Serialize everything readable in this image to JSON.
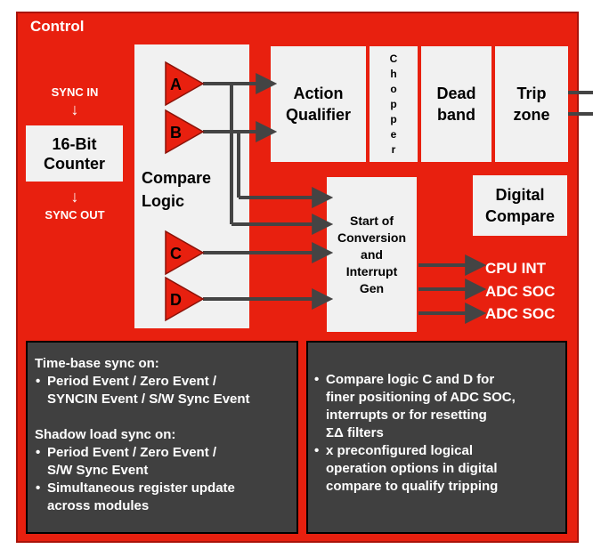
{
  "section_title": "Control",
  "time_base": {
    "sync_in": "SYNC IN",
    "counter_label": "16-Bit Counter",
    "counter_line1": "16-Bit",
    "counter_line2": "Counter",
    "sync_out": "SYNC OUT"
  },
  "compare_logic": {
    "label_line1": "Compare",
    "label_line2": "Logic",
    "channels": [
      "A",
      "B",
      "C",
      "D"
    ]
  },
  "blocks": {
    "action_qualifier": [
      "Action",
      "Qualifier"
    ],
    "chopper": [
      "C",
      "h",
      "o",
      "p",
      "p",
      "e",
      "r"
    ],
    "dead_band": [
      "Dead",
      "band"
    ],
    "trip_zone": [
      "Trip",
      "zone"
    ],
    "digital_compare": [
      "Digital",
      "Compare"
    ],
    "soc_gen": [
      "Start of",
      "Conversion",
      "and",
      "Interrupt",
      "Gen"
    ]
  },
  "outputs": [
    "CPU INT",
    "ADC SOC",
    "ADC SOC"
  ],
  "notes_left": {
    "heading1": "Time-base sync on:",
    "bullets1": [
      [
        "Period Event / Zero Event /",
        "SYNCIN Event / S/W Sync Event"
      ]
    ],
    "heading2": "Shadow load sync on:",
    "bullets2": [
      [
        "Period Event / Zero Event /",
        "S/W Sync Event"
      ],
      [
        "Simultaneous register update",
        "across modules"
      ]
    ]
  },
  "notes_right": {
    "bullets": [
      [
        "Compare logic C and D for",
        "finer positioning of ADC SOC,",
        "interrupts or for resetting",
        "ΣΔ  filters"
      ],
      [
        "x preconfigured logical",
        "operation options in digital",
        "compare to qualify tripping"
      ]
    ]
  },
  "colors": {
    "background_red": "#e8200f",
    "box_light": "#f1f1f1",
    "note_dark": "#404040",
    "arrow_gray": "#444444",
    "triangle_red": "#e8200f"
  }
}
